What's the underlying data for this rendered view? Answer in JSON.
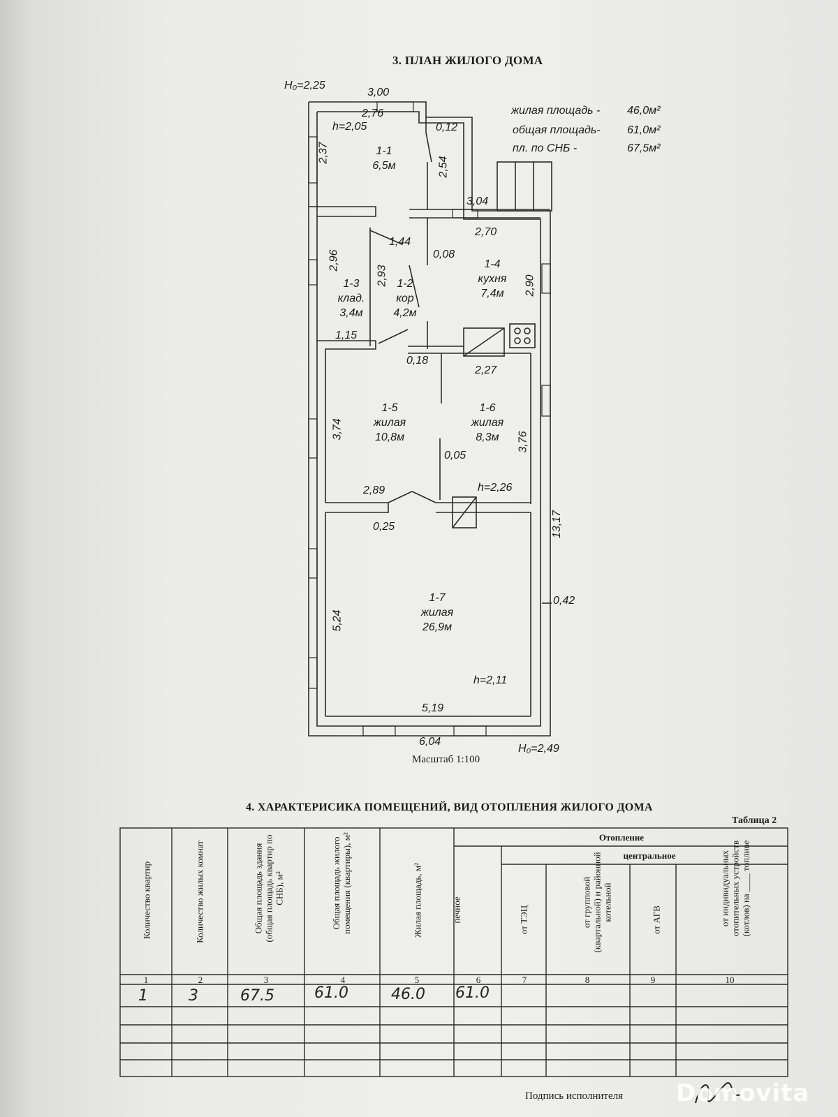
{
  "section3_title": "3. ПЛАН ЖИЛОГО ДОМА",
  "section4_title": "4. ХАРАКТЕРИСИКА ПОМЕЩЕНИЙ, ВИД ОТОПЛЕНИЯ ЖИЛОГО ДОМА",
  "areas": {
    "living_label": "жилая площадь -",
    "living_value": "46,0м²",
    "total_label": "общая площадь-",
    "total_value": "61,0м²",
    "snb_label": "пл. по СНБ -",
    "snb_value": "67,5м²"
  },
  "plan": {
    "h0_top": "Н₀=2,25",
    "h0_bottom": "Н₀=2,49",
    "scale": "Масштаб 1:100",
    "rooms": [
      {
        "id": "1-1",
        "name": "",
        "area": "6,5м",
        "height": "h=2,05"
      },
      {
        "id": "1-2",
        "name": "кор",
        "area": "4,2м"
      },
      {
        "id": "1-3",
        "name": "клад.",
        "area": "3,4м"
      },
      {
        "id": "1-4",
        "name": "кухня",
        "area": "7,4м"
      },
      {
        "id": "1-5",
        "name": "жилая",
        "area": "10,8м"
      },
      {
        "id": "1-6",
        "name": "жилая",
        "area": "8,3м"
      },
      {
        "id": "1-7",
        "name": "жилая",
        "area": "26,9м",
        "height": "h=2,11"
      }
    ],
    "dims": {
      "d300": "3,00",
      "d276": "2,76",
      "d012": "0,12",
      "d237": "2,37",
      "d254": "2,54",
      "d304": "3,04",
      "d270": "2,70",
      "d144": "1,44",
      "d008": "0,08",
      "d296": "2,96",
      "d293": "2,93",
      "d290": "2,90",
      "d115": "1,15",
      "d018": "0,18",
      "d227": "2,27",
      "d374": "3,74",
      "d376": "3,76",
      "d005": "0,05",
      "d289": "2,89",
      "h226": "h=2,26",
      "d025": "0,25",
      "d1317": "13,17",
      "d042": "0,42",
      "d524": "5,24",
      "d519": "5,19",
      "d604": "6,04"
    }
  },
  "table": {
    "caption": "Таблица 2",
    "heating": "Отопление",
    "central": "центральное",
    "columns": [
      "Количество квартир",
      "Количество жилых комнат",
      "Общая площадь здания (общая площадь квартир по СНБ), м²",
      "Общая площадь жилого помещения (квартиры), м²",
      "Жилая площадь, м²",
      "печное",
      "от ТЭЦ",
      "от групповой (квартальной) и районной котельной",
      "от АГВ",
      "от индивидуальных отопительных устройств (котлов) на ____ топливе"
    ],
    "col_numbers": [
      "1",
      "2",
      "3",
      "4",
      "5",
      "6",
      "7",
      "8",
      "9",
      "10"
    ],
    "row1": [
      "1",
      "3",
      "67.5",
      "61.0",
      "46.0",
      "61.0",
      "",
      "",
      "",
      ""
    ]
  },
  "footer": {
    "signature_label": "Подпись исполнителя",
    "watermark": "Domovita"
  }
}
